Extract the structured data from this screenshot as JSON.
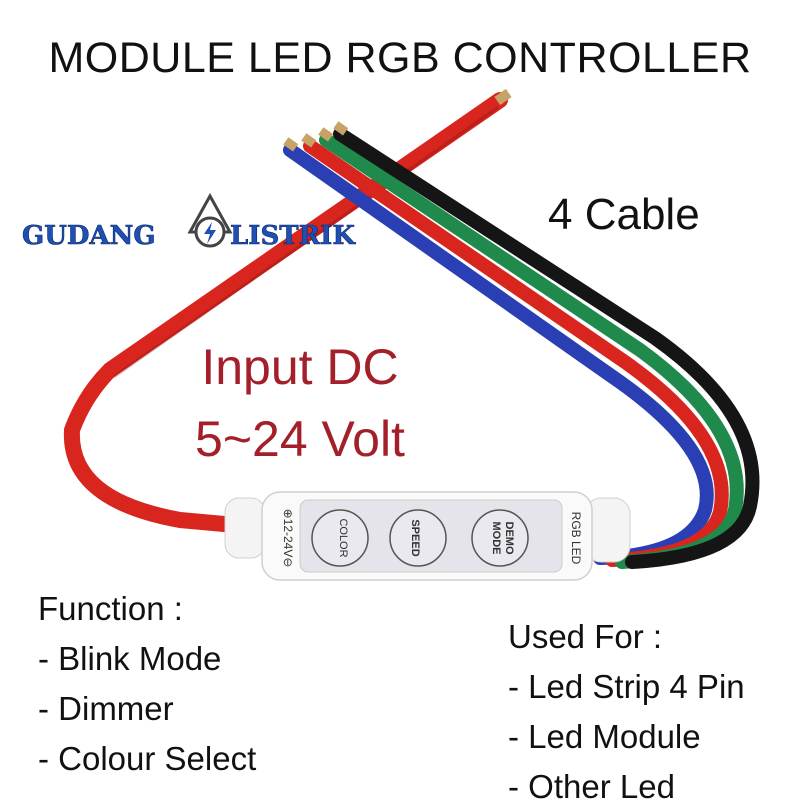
{
  "title": "MODULE LED RGB CONTROLLER",
  "cable_count": "4 Cable",
  "input": {
    "line1": "Input DC",
    "line2": "5~24 Volt"
  },
  "brand": {
    "name_left": "GUDANG",
    "name_right": "LISTRIK"
  },
  "controller": {
    "label_left": "⊕12-24V⊖",
    "button1": "COLOR",
    "button2": "SPEED",
    "button3_line1": "MODE",
    "button3_line2": "DEMO",
    "label_right": "RGB LED"
  },
  "functions": {
    "heading": "Function :",
    "items": [
      "- Blink Mode",
      "- Dimmer",
      "- Colour Select"
    ]
  },
  "used_for": {
    "heading": "Used For :",
    "items": [
      "- Led Strip 4 Pin",
      "- Led Module",
      "- Other Led"
    ]
  },
  "colors": {
    "wire_red": "#d8261f",
    "wire_blue": "#2a3fb4",
    "wire_green": "#1f8a4b",
    "wire_black": "#151515",
    "input_text": "#a3202a",
    "logo_blue": "#1f4fb3"
  }
}
